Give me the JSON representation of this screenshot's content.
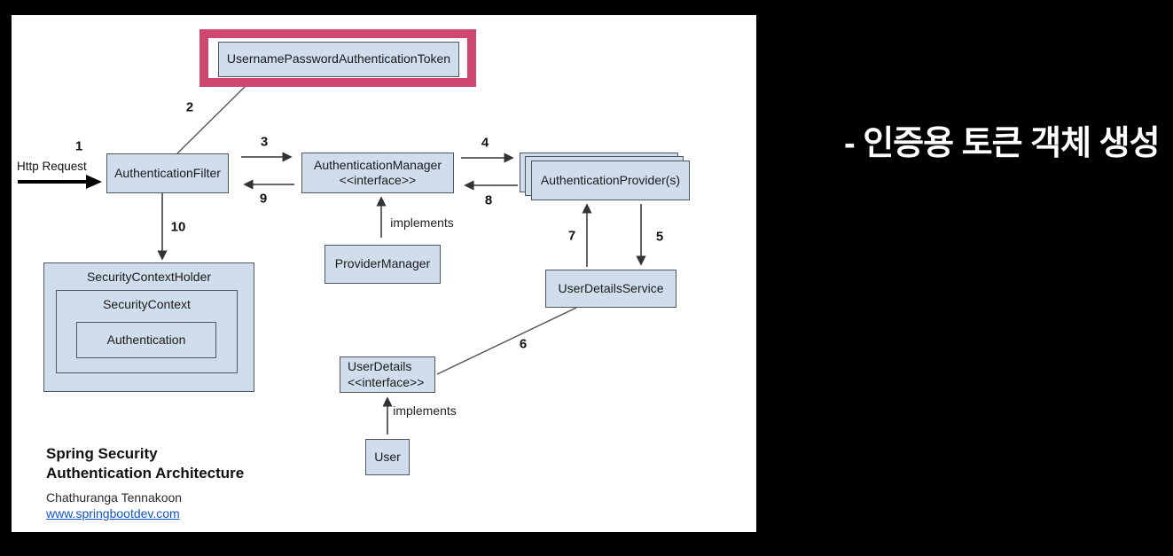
{
  "annotation": {
    "text": "- 인증용 토큰 객체 생성"
  },
  "diagram": {
    "http_request_label": "Http Request",
    "boxes": {
      "token": "UsernamePasswordAuthenticationToken",
      "auth_filter": "AuthenticationFilter",
      "auth_manager": "AuthenticationManager",
      "auth_manager_stereotype": "<<interface>>",
      "auth_provider": "AuthenticationProvider(s)",
      "provider_manager": "ProviderManager",
      "user_details_service": "UserDetailsService",
      "security_context_holder": "SecurityContextHolder",
      "security_context": "SecurityContext",
      "authentication": "Authentication",
      "user_details": "UserDetails",
      "user_details_stereotype": "<<interface>>",
      "user": "User"
    },
    "edge_labels": {
      "n1": "1",
      "n2": "2",
      "n3": "3",
      "n4": "4",
      "n5": "5",
      "n6": "6",
      "n7": "7",
      "n8": "8",
      "n9": "9",
      "n10": "10",
      "implements_top": "implements",
      "implements_bottom": "implements"
    },
    "footer": {
      "title_line1": "Spring Security",
      "title_line2": "Authentication Architecture",
      "author": "Chathuranga Tennakoon",
      "website": "www.springbootdev.com"
    },
    "colors": {
      "box_fill": "#cfdded",
      "box_border": "#4e565e",
      "highlight": "#d0486f",
      "link": "#1155cc",
      "background": "#000000",
      "canvas": "#ffffff"
    }
  }
}
